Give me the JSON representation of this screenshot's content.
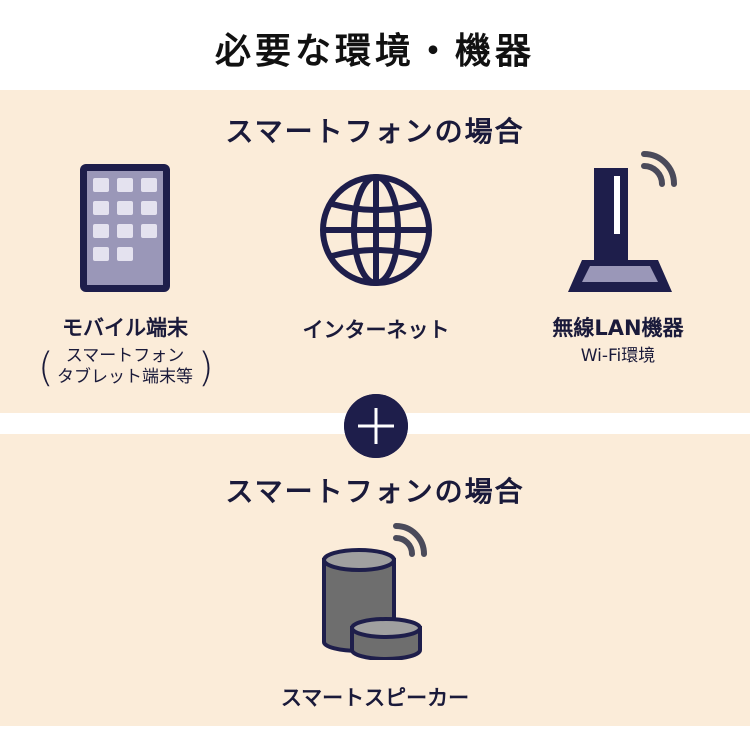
{
  "title": "必要な環境・機器",
  "top_section": {
    "heading": "スマートフォンの場合",
    "items": [
      {
        "label": "モバイル端末",
        "sub_lines": [
          "スマートフォン",
          "タブレット端末等"
        ],
        "icon": "tablet-icon"
      },
      {
        "label": "インターネット",
        "icon": "globe-icon"
      },
      {
        "label": "無線LAN機器",
        "sub": "Wi-Fi環境",
        "icon": "wifi-router-icon"
      }
    ]
  },
  "plus_icon": "plus-icon",
  "bottom_section": {
    "heading": "スマートフォンの場合",
    "items": [
      {
        "label": "スマートスピーカー",
        "icon": "smart-speaker-icon"
      }
    ]
  },
  "colors": {
    "navy": "#1e1e4b",
    "panel_bg": "#fbecd9",
    "tablet_screen": "#9a97b8",
    "speaker_gray": "#6e6e6e"
  }
}
